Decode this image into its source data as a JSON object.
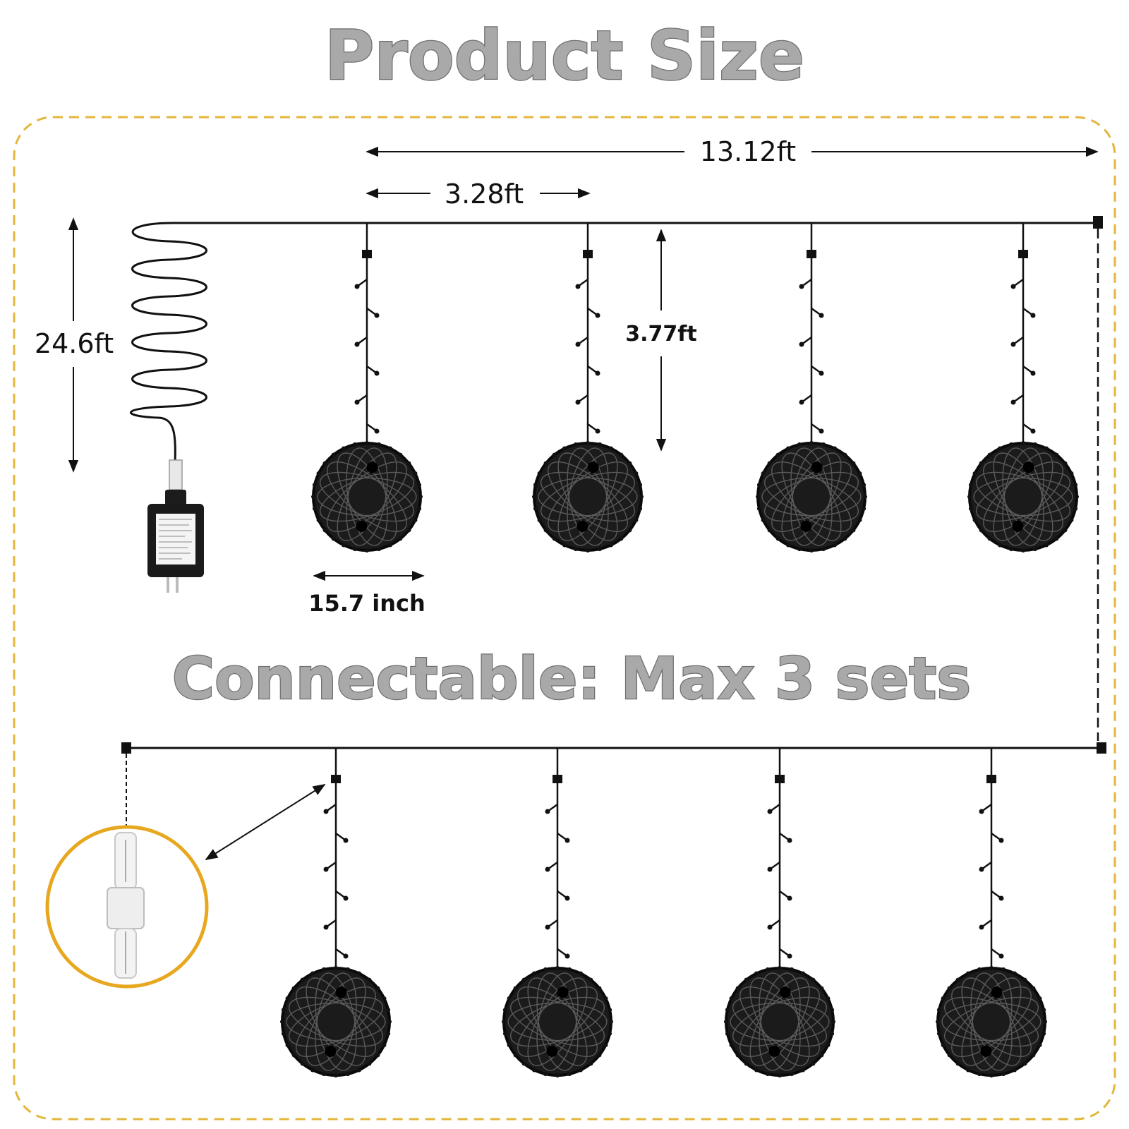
{
  "title": "Product Size",
  "subtitle": "Connectable: Max 3 sets",
  "dimensions": {
    "total_length": "13.12ft",
    "ball_spacing": "3.28ft",
    "lead_wire": "24.6ft",
    "drop_length": "3.77ft",
    "ball_diameter": "15.7 inch"
  },
  "colors": {
    "frame": "#e3b73c",
    "headline": "#a9a9a9",
    "wire": "#111111",
    "connector_ring": "#e7a820"
  },
  "icons": [
    "power-adapter-icon",
    "coiled-wire-icon",
    "rattan-ball-icon",
    "connector-closeup-icon"
  ]
}
